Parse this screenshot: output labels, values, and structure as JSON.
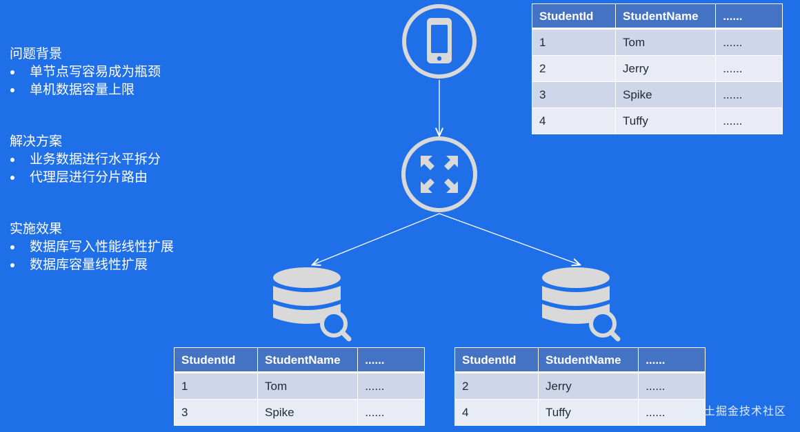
{
  "sections": [
    {
      "heading": "问题背景",
      "bullets": [
        "单节点写容易成为瓶颈",
        "单机数据容量上限"
      ]
    },
    {
      "heading": "解决方案",
      "bullets": [
        "业务数据进行水平拆分",
        "代理层进行分片路由"
      ]
    },
    {
      "heading": "实施效果",
      "bullets": [
        "数据库写入性能线性扩展",
        "数据库容量线性扩展"
      ]
    }
  ],
  "tables": {
    "columns": [
      "StudentId",
      "StudentName",
      "......"
    ],
    "full": [
      [
        "1",
        "Tom",
        "......"
      ],
      [
        "2",
        "Jerry",
        "......"
      ],
      [
        "3",
        "Spike",
        "......"
      ],
      [
        "4",
        "Tuffy",
        "......"
      ]
    ],
    "shard_left": [
      [
        "1",
        "Tom",
        "......"
      ],
      [
        "3",
        "Spike",
        "......"
      ]
    ],
    "shard_right": [
      [
        "2",
        "Jerry",
        "......"
      ],
      [
        "4",
        "Tuffy",
        "......"
      ]
    ]
  },
  "icons": {
    "client": "mobile-phone-icon",
    "proxy": "router-arrows-icon",
    "database": "database-search-icon"
  },
  "colors": {
    "background": "#1f6fe8",
    "icon": "#d9d9d9",
    "table_header": "#4573c4",
    "table_row_odd": "#cfd6e9",
    "table_row_even": "#e9ecf5"
  },
  "watermark": "@稀土掘金技术社区"
}
